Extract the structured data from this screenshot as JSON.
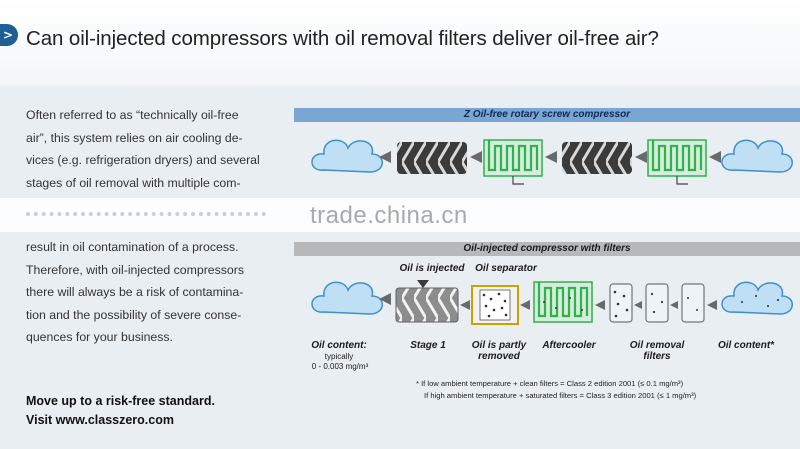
{
  "header": {
    "title": "Can oil-injected compressors with oil removal filters deliver oil-free air?"
  },
  "body": {
    "paragraph1": [
      "Often referred to as “technically oil-free",
      "air”, this system relies on air cooling de-",
      "vices (e.g. refrigeration dryers) and several",
      "stages of oil removal with multiple com-"
    ],
    "paragraph2": [
      "result in oil contamination of a process.",
      "Therefore, with oil-injected compressors",
      "there will always be a risk of contamina-",
      "tion and the possibility of severe conse-",
      "quences for your business."
    ]
  },
  "cta": {
    "line1": "Move up to a risk-free standard.",
    "line2": "Visit www.classzero.com"
  },
  "watermark": "trade.china.cn",
  "diagram_top": {
    "label": "Z Oil-free rotary screw compressor"
  },
  "diagram_bottom": {
    "label": "Oil-injected compressor with filters",
    "top_labels": [
      "Oil is injected",
      "Oil separator"
    ],
    "stage_labels": {
      "oil_content": "Oil content:",
      "typically": "typically",
      "range": "0 - 0.003 mg/m³",
      "stage1": "Stage 1",
      "partly": "Oil is partly",
      "removed": "removed",
      "aftercooler": "Aftercooler",
      "oil_removal": "Oil removal",
      "filters": "filters",
      "oil_content_end": "Oil content*"
    }
  },
  "footnotes": [
    "*  If low ambient temperature + clean filters = Class 2 edition 2001 (≤ 0.1 mg/m³)",
    "If high ambient temperature + saturated filters = Class 3 edition 2001 (≤ 1 mg/m³)"
  ],
  "colors": {
    "accent_blue": "#1f5f97",
    "cloud_fill": "#bfe0f4",
    "cloud_stroke": "#3f8fc9",
    "cooler_green": "#2fb24a",
    "label_bar_blue": "#7aa6d4",
    "label_bar_grey": "#b7b8b9"
  }
}
